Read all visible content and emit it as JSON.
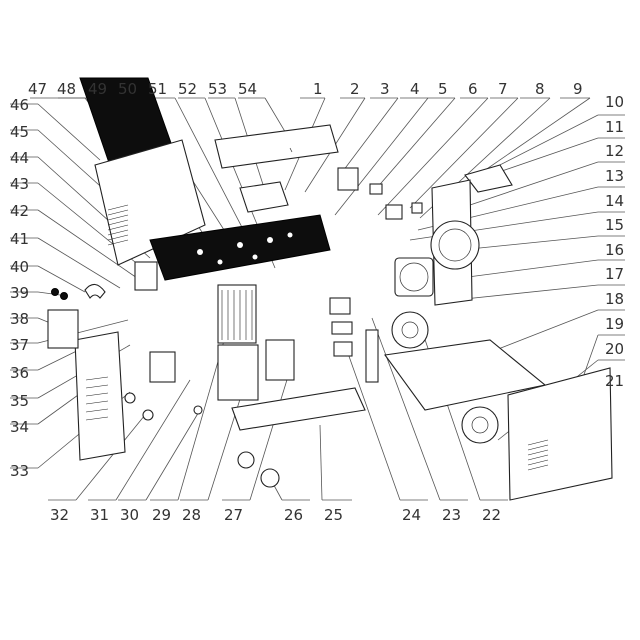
{
  "callouts": [
    "1",
    "2",
    "3",
    "4",
    "5",
    "6",
    "7",
    "8",
    "9",
    "10",
    "11",
    "12",
    "13",
    "14",
    "15",
    "16",
    "17",
    "18",
    "19",
    "20",
    "21",
    "22",
    "23",
    "24",
    "25",
    "26",
    "27",
    "28",
    "29",
    "30",
    "31",
    "32",
    "33",
    "34",
    "35",
    "36",
    "37",
    "38",
    "39",
    "40",
    "41",
    "42",
    "43",
    "44",
    "45",
    "46",
    "47",
    "48",
    "49",
    "50",
    "51",
    "52",
    "53",
    "54"
  ]
}
